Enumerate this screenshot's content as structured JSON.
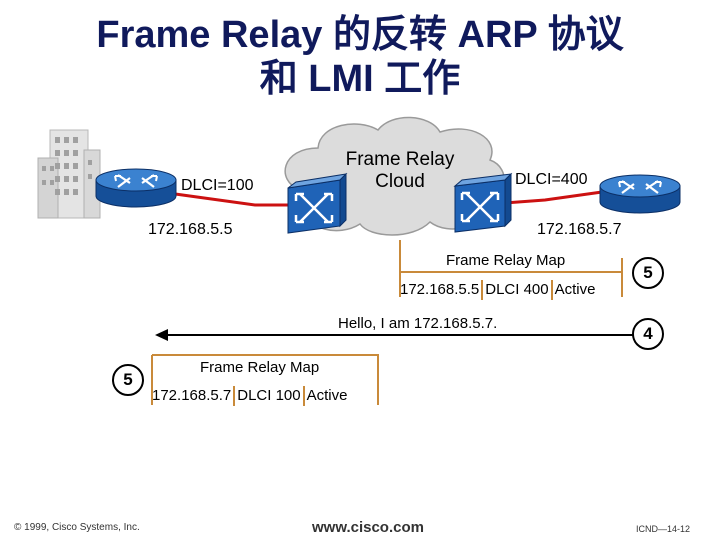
{
  "title": {
    "line1": "Frame Relay 的反转 ARP 协议",
    "line2": "和 LMI 工作"
  },
  "cloud": {
    "line1": "Frame Relay",
    "line2": "Cloud"
  },
  "left": {
    "dlci": "DLCI=100",
    "ip": "172.168.5.5"
  },
  "right": {
    "dlci": "DLCI=400",
    "ip": "172.168.5.7"
  },
  "right_map": {
    "title": "Frame Relay Map",
    "row": [
      "172.168.5.5",
      "DLCI  400",
      "Active"
    ]
  },
  "message": "Hello, I am 172.168.5.7.",
  "left_map": {
    "title": "Frame Relay Map",
    "row": [
      "172.168.5.7",
      "DLCI  100",
      "Active"
    ]
  },
  "steps": {
    "right_upper": "5",
    "right_lower": "4",
    "left": "5"
  },
  "footer": {
    "copyright": "© 1999, Cisco Systems, Inc.",
    "url": "www.cisco.com",
    "page": "ICND—14-12"
  },
  "colors": {
    "title": "#101a5c",
    "link": "#cc1111",
    "router": "#1f63b7",
    "cloud": "#dcdcdc",
    "map_border": "#c98a3a"
  }
}
